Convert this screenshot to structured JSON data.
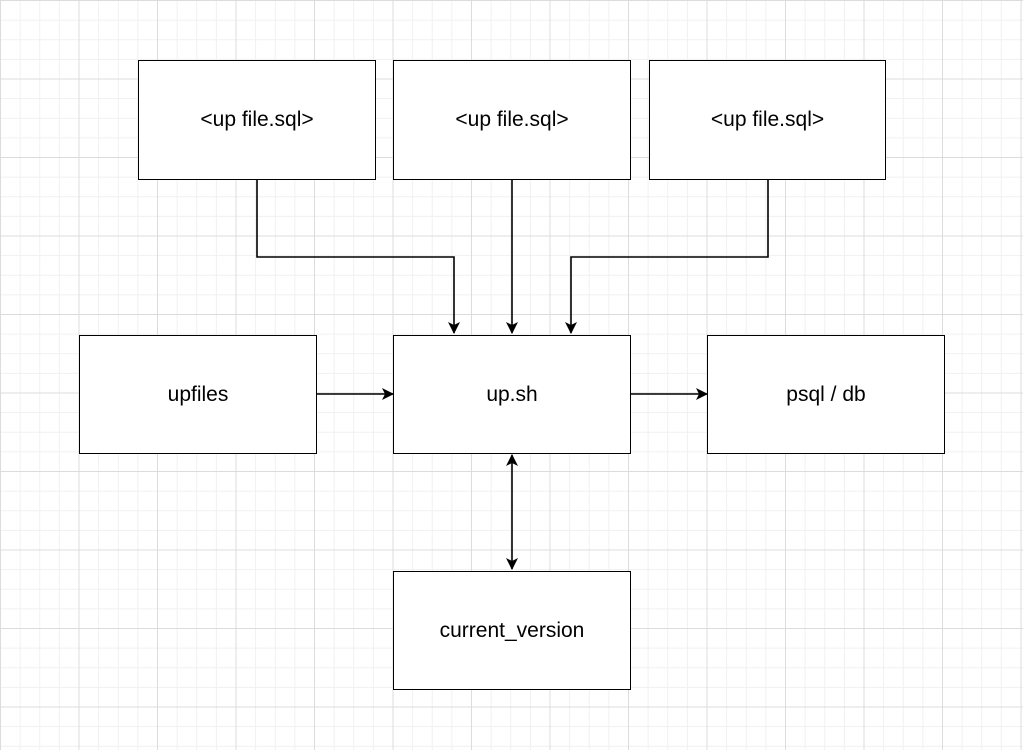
{
  "diagram": {
    "nodes": {
      "sql1": "<up file.sql>",
      "sql2": "<up file.sql>",
      "sql3": "<up file.sql>",
      "upfiles": "upfiles",
      "upsh": "up.sh",
      "psql": "psql / db",
      "current_version": "current_version"
    },
    "edges": [
      {
        "from": "sql1",
        "to": "upsh",
        "direction": "forward"
      },
      {
        "from": "sql2",
        "to": "upsh",
        "direction": "forward"
      },
      {
        "from": "sql3",
        "to": "upsh",
        "direction": "forward"
      },
      {
        "from": "upfiles",
        "to": "upsh",
        "direction": "forward"
      },
      {
        "from": "upsh",
        "to": "psql",
        "direction": "forward"
      },
      {
        "from": "upsh",
        "to": "current_version",
        "direction": "both"
      }
    ]
  }
}
